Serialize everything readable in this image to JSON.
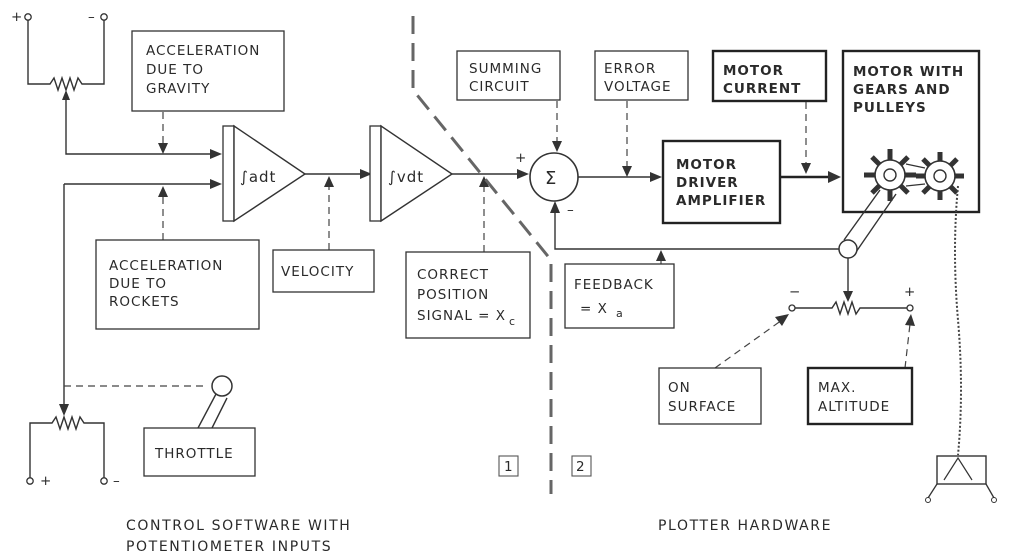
{
  "left_caption": [
    "CONTROL SOFTWARE WITH",
    "POTENTIOMETER INPUTS"
  ],
  "right_caption": "PLOTTER HARDWARE",
  "boxes": {
    "acc_gravity": [
      "ACCELERATION",
      "DUE TO",
      "GRAVITY"
    ],
    "acc_rockets": [
      "ACCELERATION",
      "DUE TO",
      "ROCKETS"
    ],
    "velocity": "VELOCITY",
    "correct_position": [
      "CORRECT",
      "POSITION",
      "SIGNAL = X"
    ],
    "correct_position_sub": "c",
    "summing_circuit": [
      "SUMMING",
      "CIRCUIT"
    ],
    "error_voltage": [
      "ERROR",
      "VOLTAGE"
    ],
    "motor_current": [
      "MOTOR",
      "CURRENT"
    ],
    "motor_gears": [
      "MOTOR WITH",
      "GEARS AND",
      "PULLEYS"
    ],
    "motor_driver": [
      "MOTOR",
      "DRIVER",
      "AMPLIFIER"
    ],
    "feedback": [
      "FEEDBACK",
      "= X"
    ],
    "feedback_sub": "a",
    "on_surface": [
      "ON",
      "SURFACE"
    ],
    "max_altitude": [
      "MAX.",
      "ALTITUDE"
    ],
    "throttle": "THROTTLE"
  },
  "integrator_1": "∫adt",
  "integrator_2": "∫vdt",
  "summing_symbol": "Σ",
  "signs": {
    "plus": "+",
    "minus": "−",
    "dash": "–"
  },
  "section_numbers": [
    "1",
    "2"
  ]
}
